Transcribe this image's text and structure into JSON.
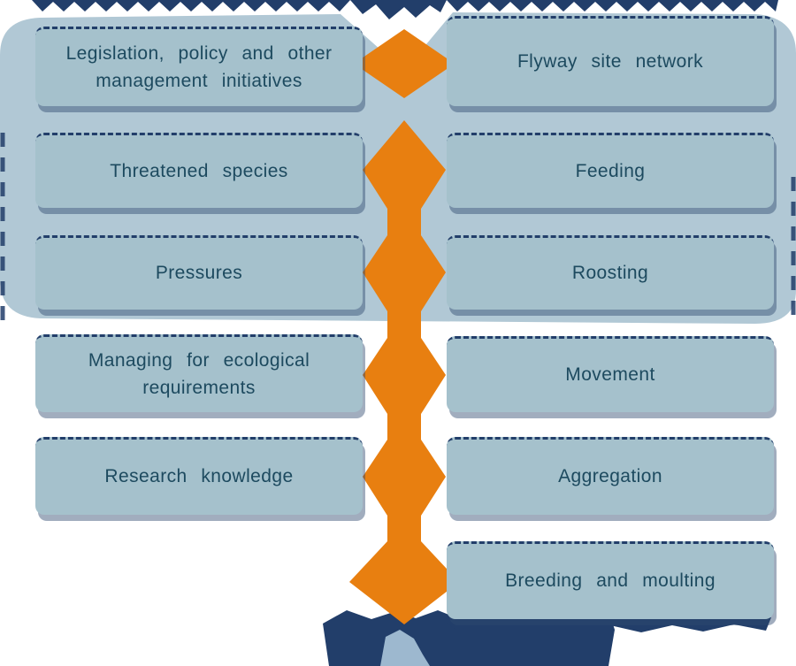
{
  "colors": {
    "box_fill": "#a5c1cc",
    "box_text": "#1d4a5f",
    "blob_fill": "#b1c8d5",
    "dark_accent": "#223e6a",
    "connector_orange": "#e87f10",
    "bottom_notch": "#9db8cf"
  },
  "left_column": [
    {
      "label": "Legislation, policy and other management initiatives"
    },
    {
      "label": "Threatened species"
    },
    {
      "label": "Pressures"
    },
    {
      "label": "Managing for ecological requirements"
    },
    {
      "label": "Research knowledge"
    }
  ],
  "right_column": [
    {
      "label": "Flyway site network"
    },
    {
      "label": "Feeding"
    },
    {
      "label": "Roosting"
    },
    {
      "label": "Movement"
    },
    {
      "label": "Aggregation"
    },
    {
      "label": "Breeding and moulting"
    }
  ]
}
